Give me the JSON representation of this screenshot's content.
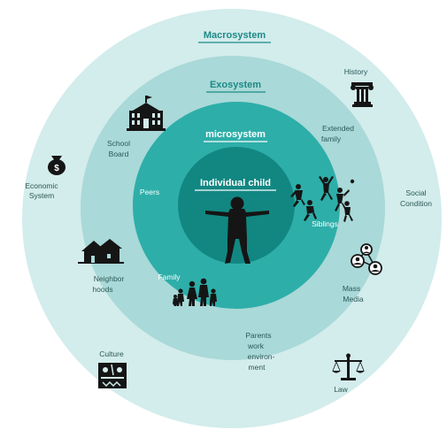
{
  "rings": {
    "macrosystem": "Macrosystem",
    "exosystem": "Exosystem",
    "microsystem": "microsystem",
    "individual": "Individual child"
  },
  "macro_labels": {
    "history": "History",
    "economic_1": "Economic",
    "economic_2": "System",
    "social_1": "Social",
    "social_2": "Condition",
    "culture": "Culture",
    "law": "Law"
  },
  "exo_labels": {
    "school_1": "School",
    "school_2": "Board",
    "extended_1": "Extended",
    "extended_2": "family",
    "neighbor_1": "Neighbor",
    "neighbor_2": "hoods",
    "mass_1": "Mass",
    "mass_2": "Media",
    "parents_1": "Parents",
    "parents_2": "work",
    "parents_3": "environ-",
    "parents_4": "ment"
  },
  "micro_labels": {
    "peers": "Peers",
    "siblings": "Siblings",
    "family": "Family"
  },
  "icons": {
    "money": "money-bag-icon",
    "column": "column-icon",
    "school": "school-building-icon",
    "houses": "houses-icon",
    "media": "people-network-icon",
    "law": "scales-icon",
    "culture": "tribal-art-icon",
    "child": "child-silhouette-icon",
    "siblings": "playing-children-icon",
    "family": "family-icon"
  },
  "colors": {
    "macro": "#d3ecec",
    "exo": "#a9d9d8",
    "micro": "#2eaea9",
    "individual": "#128782",
    "ring_title": "#1d8a86",
    "text_dark": "#2c5957",
    "text_white": "#ffffff",
    "silhouette": "#151515"
  }
}
